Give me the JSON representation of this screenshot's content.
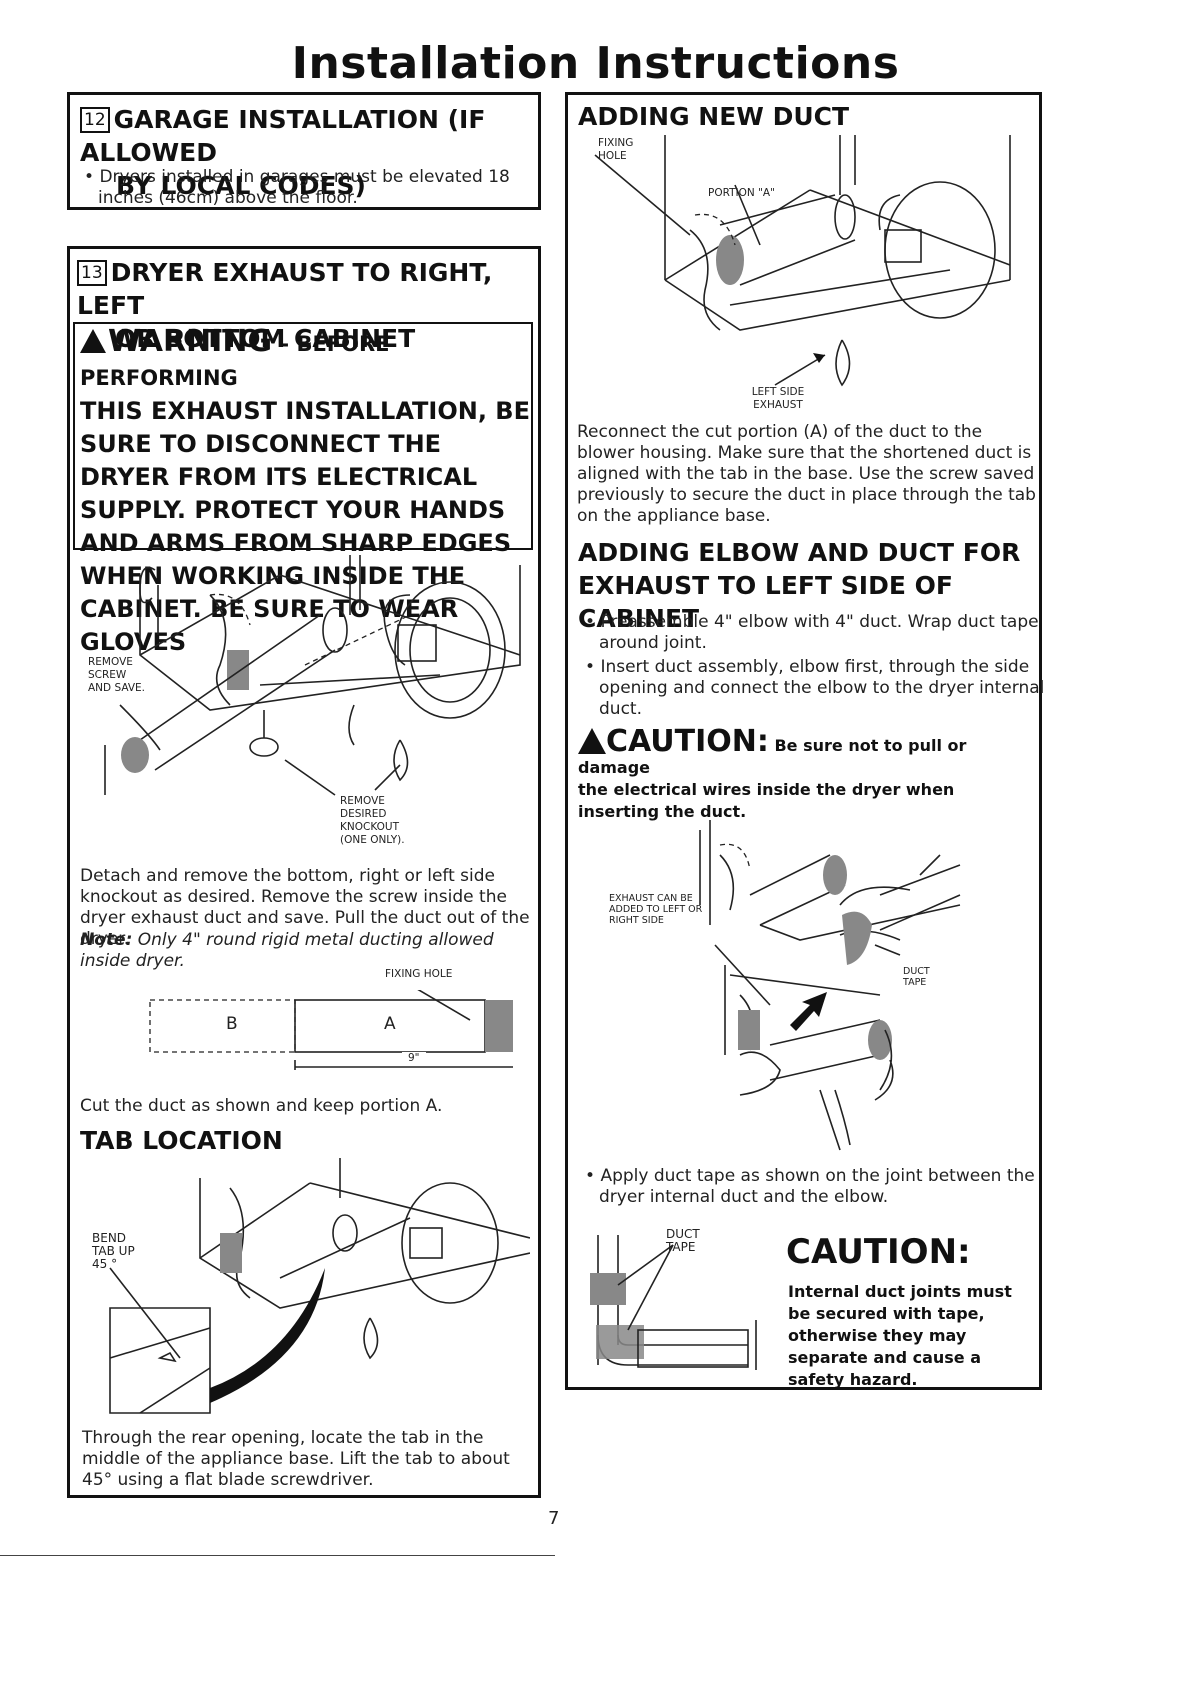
{
  "page": {
    "title": "Installation Instructions",
    "page_number": "7"
  },
  "garage": {
    "number": "12",
    "heading_line1": "GARAGE INSTALLATION (IF ALLOWED",
    "heading_line2": "BY LOCAL CODES)",
    "text": "Dryers installed in garages must be elevated 18 inches (46cm) above the floor."
  },
  "exhaust": {
    "number": "13",
    "heading_line1": "DRYER EXHAUST TO RIGHT, LEFT",
    "heading_line2": "OR BOTTOM CABINET",
    "warning_word": "WARNING",
    "warning_rest": "- BEFORE PERFORMING",
    "warning_text": "THIS EXHAUST INSTALLATION, BE SURE TO DISCONNECT THE DRYER FROM ITS ELECTRICAL SUPPLY. PROTECT YOUR HANDS AND ARMS FROM SHARP EDGES WHEN WORKING INSIDE THE CABINET. BE SURE TO WEAR GLOVES",
    "label_remove_screw": "REMOVE SCREW AND SAVE.",
    "label_knockout": "REMOVE DESIRED KNOCKOUT (ONE ONLY).",
    "detach_text": "Detach and remove the bottom, right or left side knockout as desired. Remove the screw inside the dryer exhaust duct and save. Pull the duct out of the dryer.",
    "note_label": "Note:",
    "note_text": "Only 4\" round rigid metal ducting allowed inside dryer.",
    "fixing_hole": "FIXING HOLE",
    "portion_b": "B",
    "portion_a": "A",
    "dimension": "9\"",
    "cut_text": "Cut the duct as shown and keep portion A.",
    "tab_heading": "TAB LOCATION",
    "bend_tab": "BEND TAB UP 45 °",
    "tab_text": "Through the rear opening, locate the tab in the middle of the appliance base. Lift the tab to about 45° using a flat blade screwdriver."
  },
  "new_duct": {
    "heading": "ADDING NEW DUCT",
    "fixing_hole": "FIXING HOLE",
    "portion_a": "PORTION \"A\"",
    "left_side_exhaust": "LEFT SIDE EXHAUST",
    "text": "Reconnect the cut portion (A) of the duct to the blower housing. Make sure that the shortened duct is aligned with the tab in the base. Use the screw saved previously to secure the duct in place through the tab on the appliance base."
  },
  "elbow": {
    "heading_line1": "ADDING ELBOW AND DUCT FOR",
    "heading_line2": "EXHAUST TO LEFT SIDE OF CABINET",
    "bullet1": "Preassemble 4\" elbow with 4\" duct. Wrap duct tape around joint.",
    "bullet2": "Insert duct assembly, elbow first, through the side opening and connect the elbow to the dryer internal duct.",
    "caution_word": "CAUTION:",
    "caution_rest": "Be sure not to pull or damage",
    "caution_text": "the electrical wires inside the dryer when inserting the duct.",
    "label_exhaust_can": "EXHAUST CAN BE ADDED TO LEFT OR RIGHT SIDE",
    "label_duct_tape": "DUCT TAPE",
    "bullet3": "Apply duct tape as shown on the joint between the dryer internal duct and the elbow.",
    "label_duct_tape2": "DUCT TAPE",
    "caution2_title": "CAUTION:",
    "caution2_text": "Internal duct joints must be secured with tape, otherwise they may separate and cause a safety hazard."
  }
}
